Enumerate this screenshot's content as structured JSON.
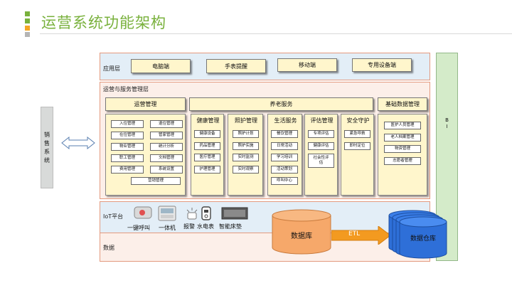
{
  "title": "运营系统功能架构",
  "colors": {
    "accent_green": "#79b13c",
    "accent_orange": "#f5a623",
    "db_orange": "#f6a86a",
    "dw_blue": "#2e6fd8",
    "etl_orange": "#f39a20"
  },
  "sales_system": {
    "chars": [
      "销",
      "售",
      "系",
      "统"
    ]
  },
  "bi": {
    "chars": [
      "B",
      "I"
    ]
  },
  "app_layer": {
    "label": "应用层",
    "items": [
      "电脑端",
      "手表提醒",
      "移动端",
      "专用设备端"
    ]
  },
  "service_layer": {
    "label": "运营与服务管理层",
    "ops": {
      "header": "运营管理",
      "left_items": [
        "入住管理",
        "在住管理",
        "物业管理",
        "职工管理",
        "费用管理"
      ],
      "right_items": [
        "退住管理",
        "管家管理",
        "统计分析",
        "文档管理",
        "系统设置"
      ],
      "bottom_item": "营销管理"
    },
    "elder": {
      "header": "养老服务",
      "columns": [
        {
          "header": "健康管理",
          "items": [
            "健康设备",
            "药品管理",
            "医疗管理",
            "护理管理"
          ]
        },
        {
          "header": "照护管理",
          "items": [
            "照护计划",
            "照护实施",
            "实时监测",
            "实时观察"
          ]
        },
        {
          "header": "生活服务",
          "items": [
            "餐饮管理",
            "日常活动",
            "学习培训",
            "活动策划",
            "呼叫中心"
          ]
        },
        {
          "header": "评估管理",
          "items": [
            "专项评估",
            "健康评估",
            "社会性评估"
          ]
        },
        {
          "header": "安全守护",
          "items": [
            "紧急呼救",
            "即时定位"
          ]
        }
      ]
    },
    "base": {
      "header": "基础数据管理",
      "items": [
        "医护人员管理",
        "老人档案管理",
        "物资管理",
        "志愿者管理"
      ]
    }
  },
  "iot_layer": {
    "label": "IoT平台",
    "devices": [
      "一键呼叫",
      "一体机",
      "报警",
      "水电表",
      "智能床垫"
    ]
  },
  "data_layer": {
    "label": "数据",
    "db": "数据库",
    "etl": "ETL",
    "dw": "数据仓库"
  }
}
